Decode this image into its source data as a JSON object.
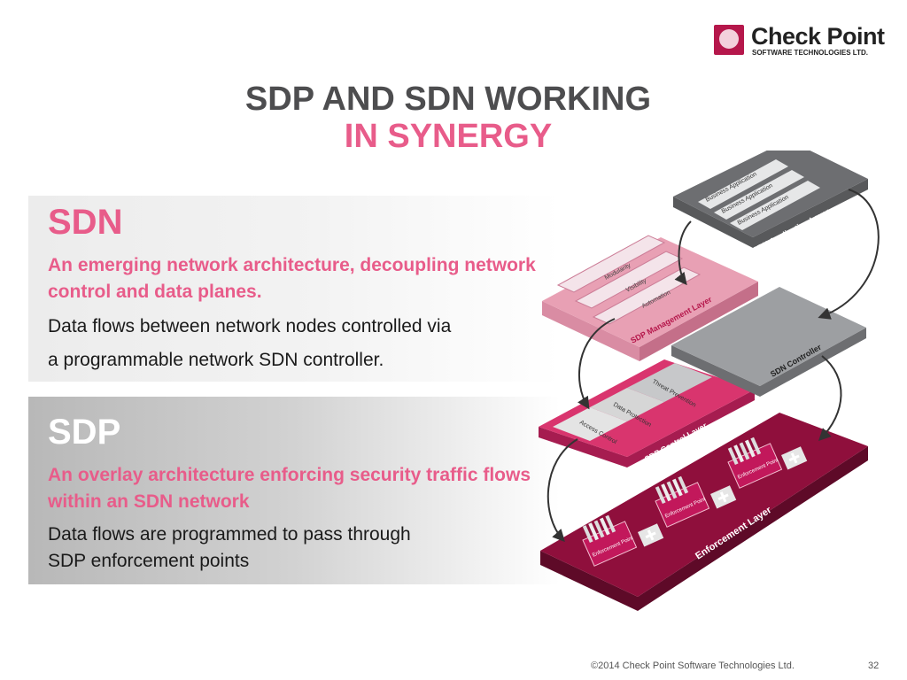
{
  "logo": {
    "name": "Check Point",
    "subtitle": "SOFTWARE TECHNOLOGIES LTD."
  },
  "title": {
    "line1": "SDP AND SDN WORKING",
    "line2": "IN SYNERGY"
  },
  "sdn": {
    "heading": "SDN",
    "subheading": "An emerging network architecture, decoupling network control and data planes.",
    "body_line1": "Data flows between network nodes controlled via",
    "body_line2": "a programmable network SDN controller."
  },
  "sdp": {
    "heading": "SDP",
    "subheading": "An overlay architecture enforcing security traffic flows within an SDN network",
    "body_line1": "Data flows are programmed to pass through",
    "body_line2": "SDP enforcement points"
  },
  "diagram": {
    "app_layer": {
      "label": "SDN Application Layer",
      "items": [
        "Business Application",
        "Business Application",
        "Business Application"
      ]
    },
    "mgmt_layer": {
      "label": "SDP Management Layer",
      "items": [
        "Modularity",
        "Visibility",
        "Automation"
      ]
    },
    "controller": {
      "label": "SDN Controller"
    },
    "control_layer": {
      "label": "SDP Control Layer",
      "items": [
        "Threat Prevention",
        "Data Protection",
        "Access Control"
      ]
    },
    "enforcement_layer": {
      "label": "Enforcement Layer",
      "points": [
        "Enforcement Point",
        "Enforcement Point",
        "Enforcement Point"
      ]
    },
    "colors": {
      "app": "#6d6e71",
      "app_top": "#a7a9ac",
      "mgmt": "#e8a0b4",
      "mgmt_side": "#d98ca3",
      "controller": "#9d9fa2",
      "control": "#d9356e",
      "enforcement": "#8f0f3c"
    }
  },
  "footer": {
    "copyright": "©2014 Check Point Software Technologies Ltd.",
    "page": "32"
  }
}
